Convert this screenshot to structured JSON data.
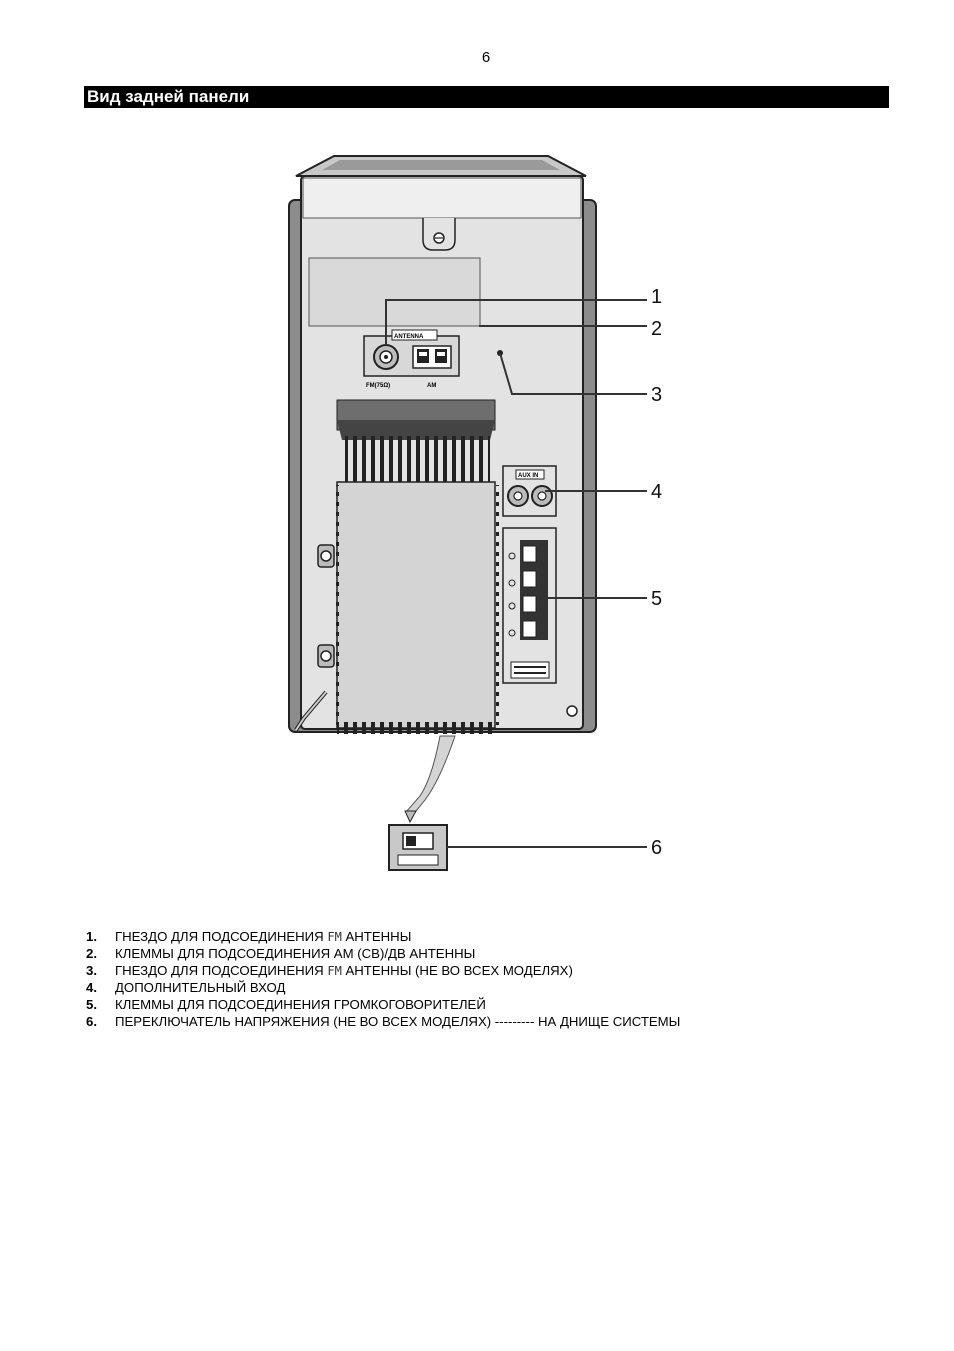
{
  "page_number": "6",
  "section_title": "Вид задней панели",
  "figure": {
    "callouts": [
      "1",
      "2",
      "3",
      "4",
      "5",
      "6"
    ],
    "panel_labels": {
      "antenna": "ANTENNA",
      "fm": "FM(75Ω)",
      "am": "AM",
      "aux": "AUX IN"
    }
  },
  "legend": [
    {
      "num": "1.",
      "before": "ГНЕЗДО ДЛЯ ПОДСОЕДИНЕНИЯ ",
      "mono": "FM",
      "after": " АНТЕННЫ"
    },
    {
      "num": "2.",
      "before": "КЛЕММЫ ДЛЯ ПОДСОЕДИНЕНИЯ АМ (СВ)/ДВ АНТЕННЫ",
      "mono": "",
      "after": ""
    },
    {
      "num": "3.",
      "before": "ГНЕЗДО ДЛЯ ПОДСОЕДИНЕНИЯ ",
      "mono": "FM",
      "after": " АНТЕННЫ (НЕ ВО ВСЕХ МОДЕЛЯХ)"
    },
    {
      "num": "4.",
      "before": "ДОПОЛНИТЕЛЬНЫЙ ВХОД",
      "mono": "",
      "after": ""
    },
    {
      "num": "5.",
      "before": "КЛЕММЫ ДЛЯ ПОДСОЕДИНЕНИЯ ГРОМКОГОВОРИТЕЛЕЙ",
      "mono": "",
      "after": ""
    },
    {
      "num": "6.",
      "before": "ПЕРЕКЛЮЧАТЕЛЬ НАПРЯЖЕНИЯ  (НЕ ВО ВСЕХ МОДЕЛЯХ) --------- НА ДНИЩЕ СИСТЕМЫ",
      "mono": "",
      "after": ""
    }
  ]
}
